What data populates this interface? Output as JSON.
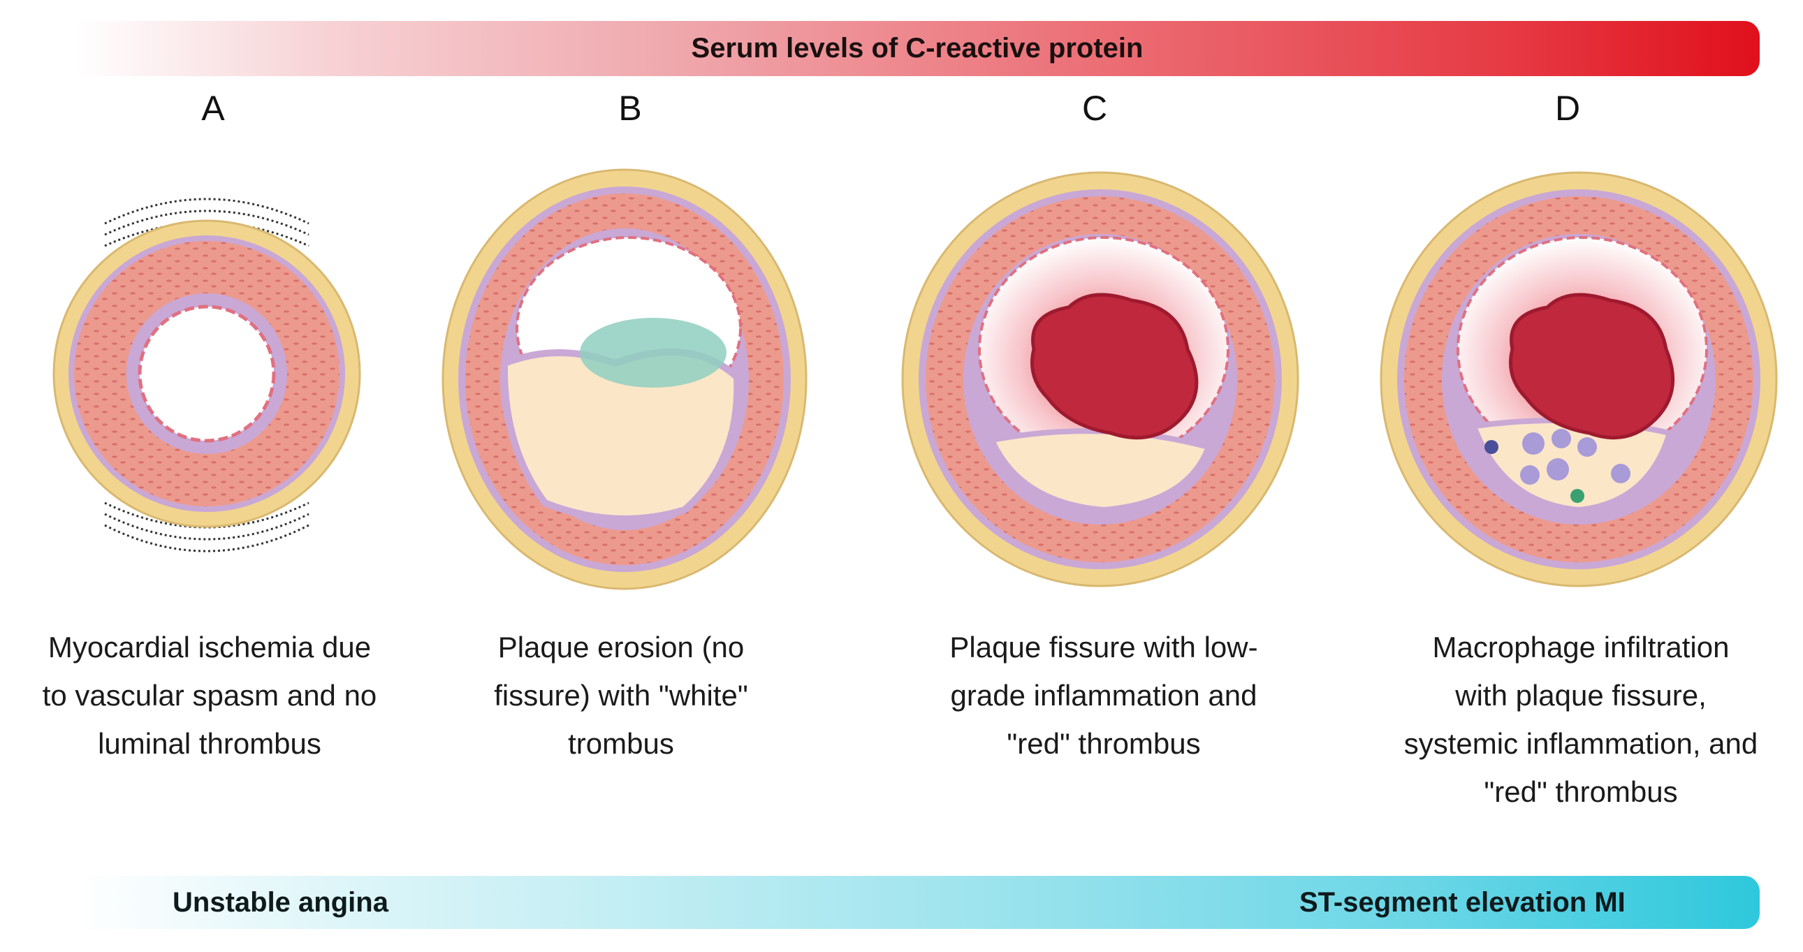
{
  "top_bar": {
    "label": "Serum levels of C-reactive protein",
    "color_start": "#ffffff",
    "color_end": "#e0101c"
  },
  "panels": [
    {
      "letter": "A",
      "caption": [
        "Myocardial ischemia due",
        "to vascular spasm and no",
        "luminal thrombus"
      ]
    },
    {
      "letter": "B",
      "caption": [
        "Plaque erosion (no",
        "fissure) with \"white\"",
        "trombus"
      ]
    },
    {
      "letter": "C",
      "caption": [
        "Plaque fissure with low-",
        "grade inflammation and",
        "\"red\" thrombus"
      ]
    },
    {
      "letter": "D",
      "caption": [
        "Macrophage infiltration",
        "with plaque fissure,",
        "systemic inflammation, and",
        "\"red\" thrombus"
      ]
    }
  ],
  "bottom_bar": {
    "left_label": "Unstable angina",
    "right_label": "ST-segment elevation MI",
    "color_start": "#ffffff",
    "color_end": "#2ec8dc"
  }
}
